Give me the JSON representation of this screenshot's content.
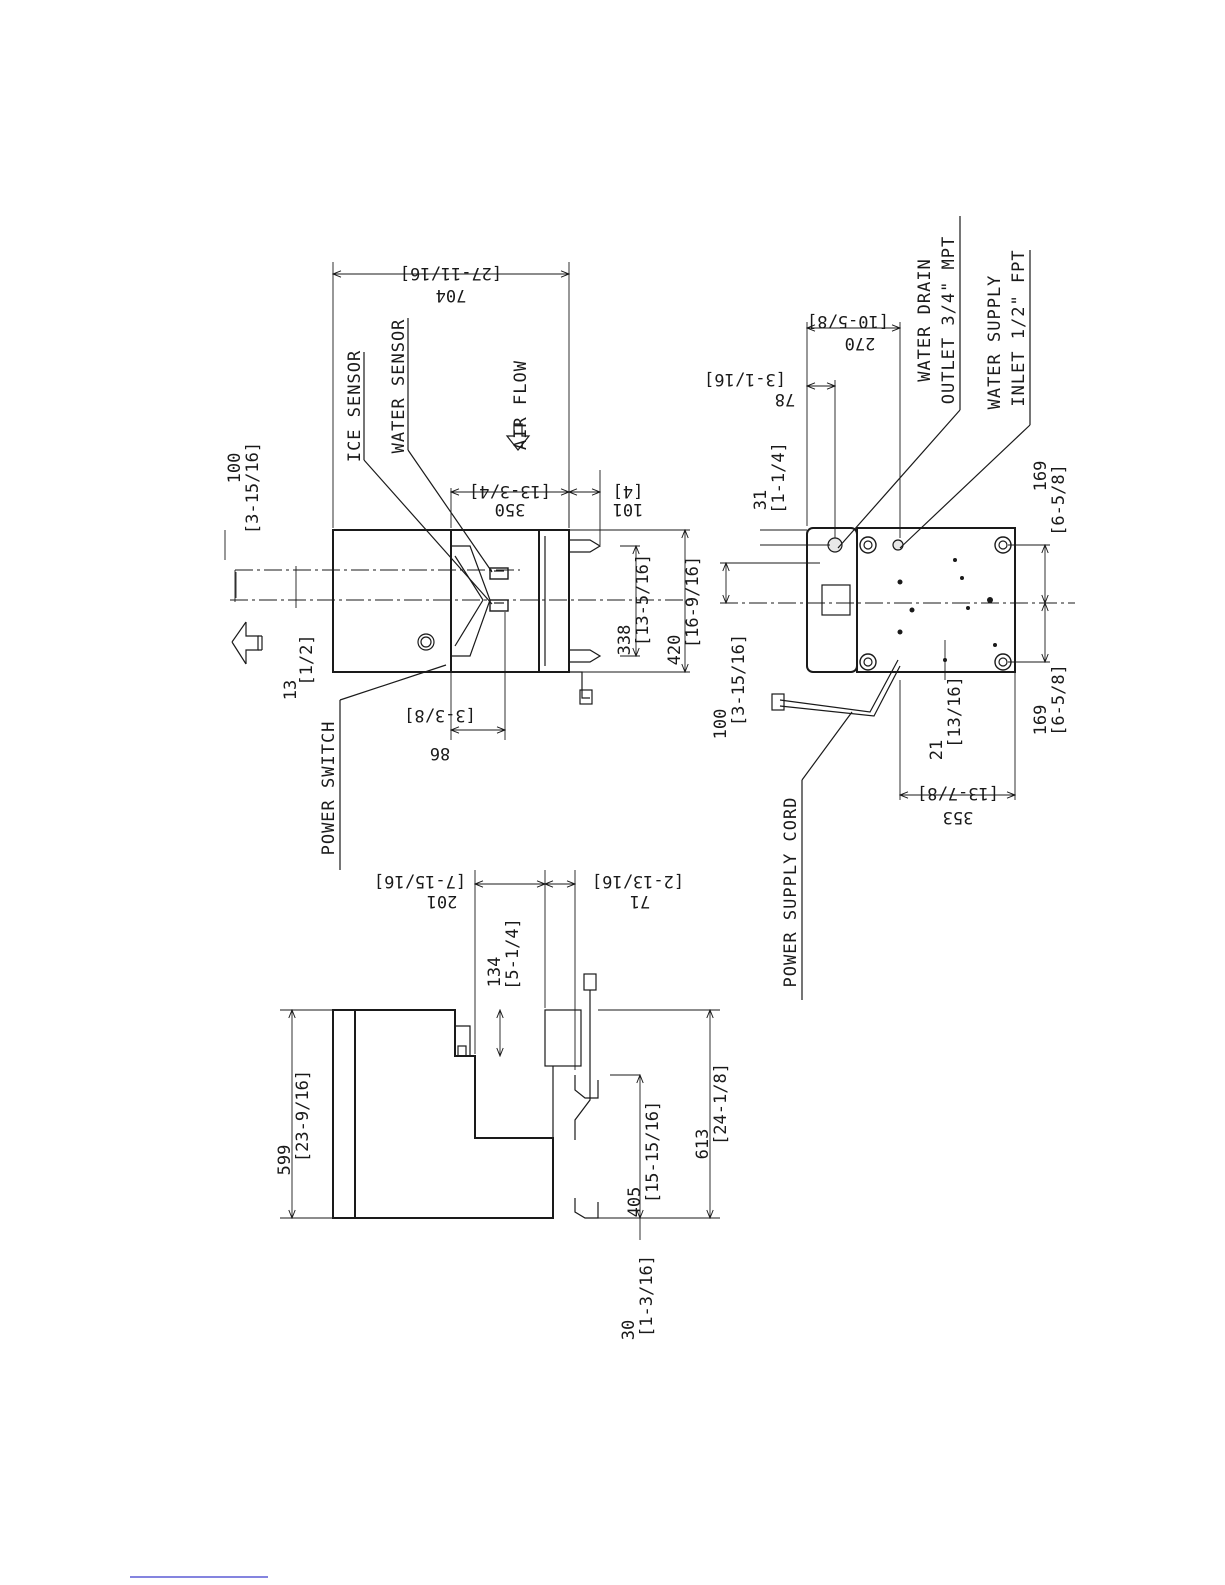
{
  "labels": {
    "ice_sensor": "ICE SENSOR",
    "water_sensor": "WATER SENSOR",
    "air_flow": "AIR FLOW",
    "power_switch": "POWER SWITCH",
    "power_supply_cord": "POWER SUPPLY CORD",
    "water_drain_1": "WATER DRAIN",
    "water_drain_2": "OUTLET 3/4\" MPT",
    "water_supply_1": "WATER SUPPLY",
    "water_supply_2": "INLET 1/2\" FPT"
  },
  "dimensions": {
    "top_view": {
      "d704": {
        "mm": "704",
        "in": "[27-11/16]"
      },
      "d350": {
        "mm": "350",
        "in": "[13-3/4]"
      },
      "d101": {
        "mm": "101",
        "in": "[4]"
      },
      "d100": {
        "mm": "100",
        "in": "[3-15/16]"
      },
      "d13": {
        "mm": "13",
        "in": "[1/2]"
      },
      "d86": {
        "mm": "86",
        "in": "[3-3/8]"
      },
      "d338": {
        "mm": "338",
        "in": "[13-5/16]"
      },
      "d420": {
        "mm": "420",
        "in": "[16-9/16]"
      }
    },
    "bottom_view": {
      "d78": {
        "mm": "78",
        "in": "[3-1/16]"
      },
      "d270": {
        "mm": "270",
        "in": "[10-5/8]"
      },
      "d31": {
        "mm": "31",
        "in": "[1-1/4]"
      },
      "d100": {
        "mm": "100",
        "in": "[3-15/16]"
      },
      "d169a": {
        "mm": "169",
        "in": "[6-5/8]"
      },
      "d169b": {
        "mm": "169",
        "in": "[6-5/8]"
      },
      "d21": {
        "mm": "21",
        "in": "[13/16]"
      },
      "d353": {
        "mm": "353",
        "in": "[13-7/8]"
      }
    },
    "side_view": {
      "d201": {
        "mm": "201",
        "in": "[7-15/16]"
      },
      "d71": {
        "mm": "71",
        "in": "[2-13/16]"
      },
      "d134": {
        "mm": "134",
        "in": "[5-1/4]"
      },
      "d599": {
        "mm": "599",
        "in": "[23-9/16]"
      },
      "d405": {
        "mm": "405",
        "in": "[15-15/16]"
      },
      "d613": {
        "mm": "613",
        "in": "[24-1/8]"
      },
      "d30": {
        "mm": "30",
        "in": "[1-3/16]"
      }
    }
  }
}
